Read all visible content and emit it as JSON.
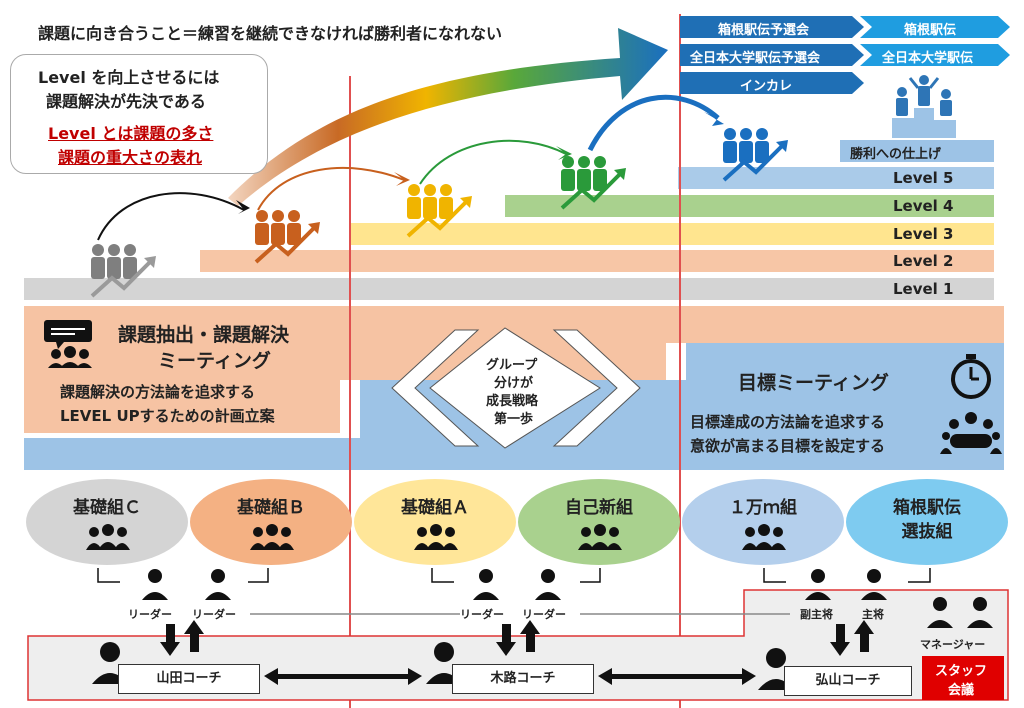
{
  "title": "課題に向き合うこと＝練習を継続できなければ勝利者になれない",
  "callout": {
    "line1": "Level を向上させるには",
    "line2": "課題解決が先決である",
    "red1": "Level とは課題の多さ",
    "red2": "課題の重大さの表れ"
  },
  "tags": {
    "hakone_yosen": "箱根駅伝予選会",
    "hakone": "箱根駅伝",
    "zennihon_yosen": "全日本大学駅伝予選会",
    "zennihon": "全日本大学駅伝",
    "incare": "インカレ"
  },
  "finish": "勝利への仕上げ",
  "levels": [
    "Level 5",
    "Level 4",
    "Level 3",
    "Level 2",
    "Level 1"
  ],
  "meeting_left": {
    "title1": "課題抽出・課題解決",
    "title2": "ミーティング",
    "desc1": "課題解決の方法論を追求する",
    "desc2": "LEVEL UPするための計画立案"
  },
  "center_chevron": [
    "グループ",
    "分けが",
    "成長戦略",
    "第一歩"
  ],
  "meeting_right": {
    "title": "目標ミーティング",
    "desc1": "目標達成の方法論を追求する",
    "desc2": "意欲が高まる目標を設定する"
  },
  "groups": {
    "c": "基礎組Ｃ",
    "b": "基礎組Ｂ",
    "a": "基礎組Ａ",
    "self": "自己新組",
    "man1": "１万ｍ組",
    "hakone1": "箱根駅伝",
    "hakone2": "選抜組"
  },
  "roles": {
    "leader": "リーダー",
    "vice_captain": "副主将",
    "captain": "主将",
    "manager": "マネージャー"
  },
  "coaches": {
    "yamada": "山田コーチ",
    "kiji": "木路コーチ",
    "hiroyama": "弘山コーチ"
  },
  "staff": {
    "line1": "スタッフ",
    "line2": "会議"
  },
  "colors": {
    "gray": "#cfcfcf",
    "orange": "#f6c3a3",
    "yellow": "#ffe38a",
    "green": "#a9d18e",
    "blue": "#9dc3e6",
    "navy": "#1f6fb5",
    "red": "#e00000"
  }
}
